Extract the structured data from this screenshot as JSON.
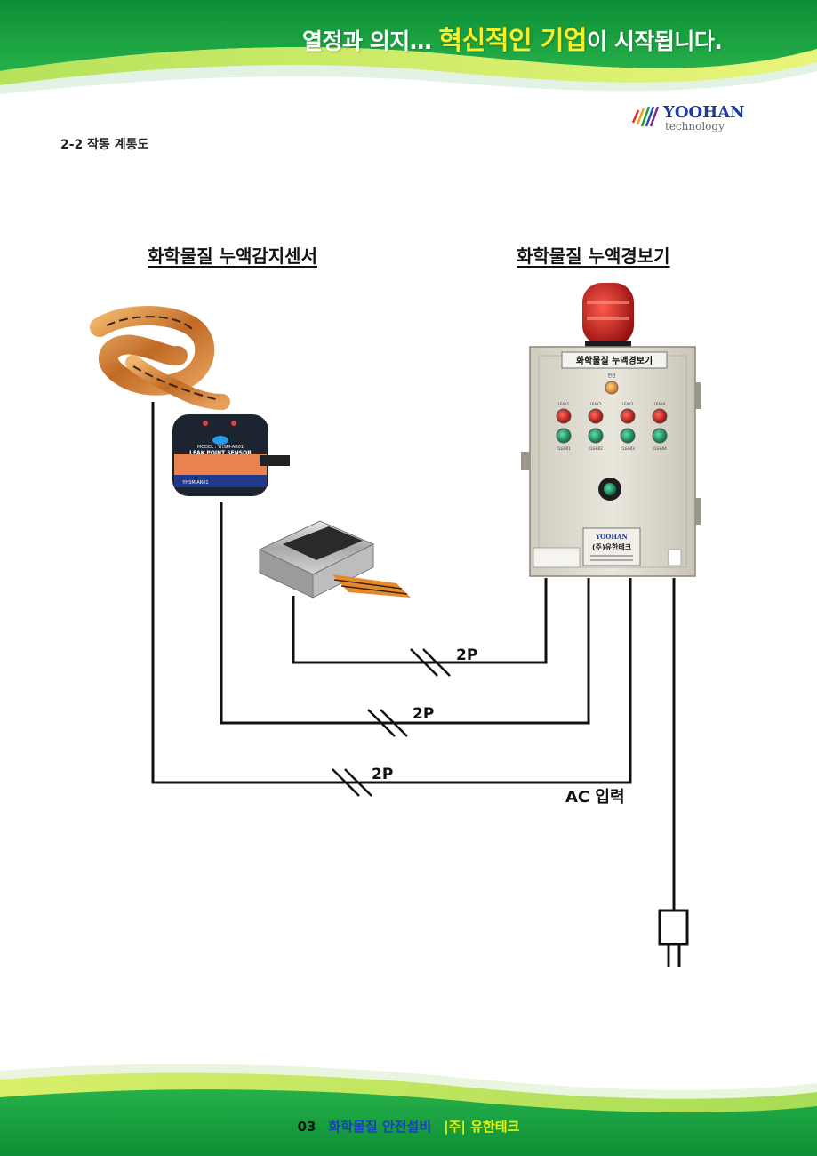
{
  "header": {
    "slogan_prefix": "열정과 의지… ",
    "slogan_highlight": "혁신적인 기업",
    "slogan_suffix": "이 시작됩니다."
  },
  "logo": {
    "brand": "YOOHAN",
    "tagline": "technology"
  },
  "section": {
    "title": "2-2 작동 계통도"
  },
  "columns": {
    "sensor_title": "화학물질 누액감지센서",
    "alarm_title": "화학물질 누액경보기"
  },
  "sensor_device": {
    "model": "MODEL : YHSM-AR01",
    "name": "LEAK POINT SENSOR",
    "label": "YHSM-AR01"
  },
  "alarm_panel": {
    "title": "화학물질 누액경보기",
    "power_label": "전원",
    "channel_labels": [
      "LEAK1",
      "LEAK2",
      "LEAK3",
      "LEAK4"
    ],
    "clear_labels": [
      "CLEAR1",
      "CLEAR2",
      "CLEAR3",
      "CLEAR4"
    ],
    "plate_brand": "YOOHAN",
    "plate_company": "(주)유한테크"
  },
  "wiring": {
    "labels": [
      "2P",
      "2P",
      "2P"
    ],
    "ac_label": "AC 입력"
  },
  "footer": {
    "page": "03",
    "category": "화학물질 안전설비",
    "company": "|주| 유한테크"
  },
  "colors": {
    "green_dark": "#0f9a3c",
    "green_light": "#9fd84a",
    "highlight_yellow": "#f6ef2c",
    "footer_blue": "#1c3fbf",
    "wire": "#111111"
  }
}
